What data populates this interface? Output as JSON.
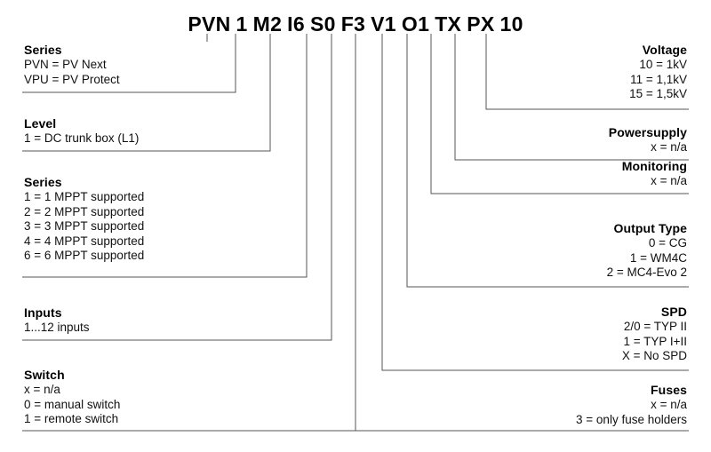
{
  "code": {
    "label": "PVN 1 M2 I6 S0 F3 V1 O1 TX PX 10",
    "segments": [
      "PVN",
      "1",
      "M2",
      "I6",
      "S0",
      "F3",
      "V1",
      "O1",
      "TX",
      "PX",
      "10"
    ]
  },
  "left_blocks": [
    {
      "title": "Series",
      "lines": [
        "PVN = PV Next",
        "VPU = PV Protect"
      ]
    },
    {
      "title": "Level",
      "lines": [
        "1 = DC trunk box (L1)"
      ]
    },
    {
      "title": "Series",
      "lines": [
        "1 = 1 MPPT supported",
        "2 = 2 MPPT supported",
        "3 = 3 MPPT supported",
        "4 = 4 MPPT supported",
        "6 = 6 MPPT supported"
      ]
    },
    {
      "title": "Inputs",
      "lines": [
        "1...12 inputs"
      ]
    },
    {
      "title": "Switch",
      "lines": [
        "x = n/a",
        "0 = manual switch",
        "1 = remote switch"
      ]
    }
  ],
  "right_blocks": [
    {
      "title": "Voltage",
      "lines": [
        "10 = 1kV",
        "11 = 1,1kV",
        "15 = 1,5kV"
      ]
    },
    {
      "title": "Powersupply",
      "lines": [
        "x = n/a"
      ]
    },
    {
      "title": "Monitoring",
      "lines": [
        "x = n/a"
      ]
    },
    {
      "title": "Output Type",
      "lines": [
        "0 = CG",
        "1 = WM4C",
        "2 = MC4-Evo 2"
      ]
    },
    {
      "title": "SPD",
      "lines": [
        "2/0 = TYP II",
        "1 = TYP I+II",
        "X = No SPD"
      ]
    },
    {
      "title": "Fuses",
      "lines": [
        "x = n/a",
        "3 = only fuse holders"
      ]
    }
  ],
  "colors": {
    "text": "#111111",
    "line": "#555555",
    "rule": "#444444",
    "background": "#ffffff"
  }
}
